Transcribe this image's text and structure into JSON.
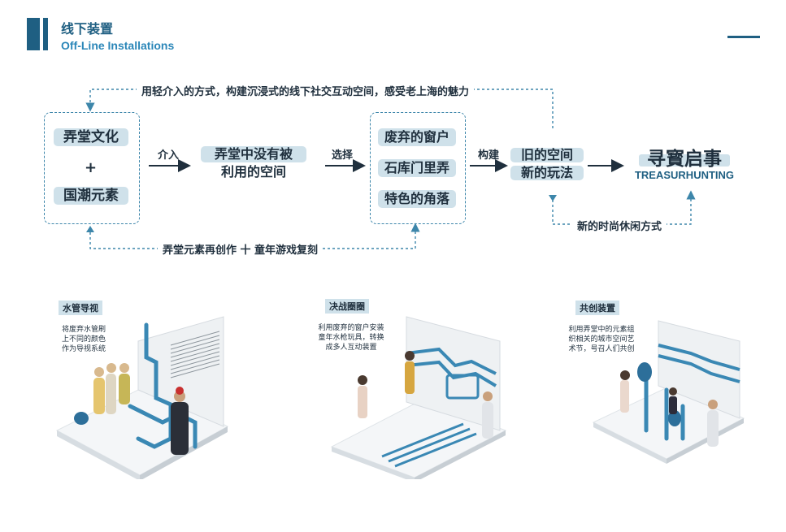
{
  "header": {
    "title_cn": "线下装置",
    "title_en": "Off-Line Installations"
  },
  "diagram": {
    "source_top": "弄堂文化",
    "plus": "+",
    "source_bottom": "国潮元素",
    "arrow1_label": "介入",
    "space_line1": "弄堂中没有被",
    "space_line2": "利用的空间",
    "arrow2_label": "选择",
    "items": [
      "废弃的窗户",
      "石库门里弄",
      "特色的角落"
    ],
    "arrow3_label": "构建",
    "result_line1": "旧的空间",
    "result_line2": "新的玩法",
    "final_cn": "寻寳启事",
    "final_en": "TREASURHUNTING",
    "loop_top": "用轻介入的方式，构建沉浸式的线下社交互动空间，感受老上海的魅力",
    "loop_bottom": "弄堂元素再创作 十 童年游戏复刻",
    "loop_right": "新的时尚休闲方式"
  },
  "scenes": [
    {
      "tag": "水管导视",
      "desc": [
        "将废弃水管刷",
        "上不同的颜色",
        "作为导视系统"
      ]
    },
    {
      "tag": "决战圈圈",
      "desc": [
        "利用废弃的窗户安装",
        "童年水枪玩具，转换",
        "成多人互动装置"
      ]
    },
    {
      "tag": "共创装置",
      "desc": [
        "利用弄堂中的元素组",
        "织相关的城市空间艺",
        "术节，号召人们共创"
      ]
    }
  ],
  "colors": {
    "accent": "#1f5f82",
    "accent_light": "#2a86b8",
    "pill": "#cfe1ea",
    "dash": "#3d86aa",
    "pipe": "#3a88b4"
  }
}
